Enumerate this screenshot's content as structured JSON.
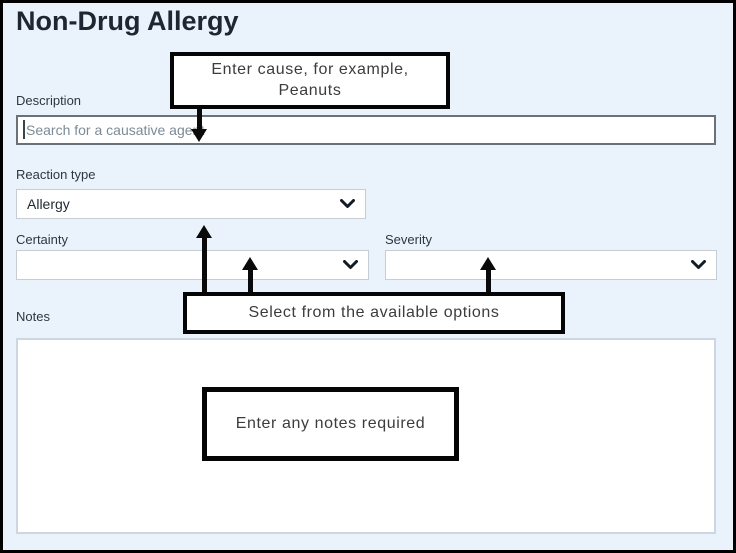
{
  "page": {
    "title": "Non-Drug Allergy"
  },
  "form": {
    "description": {
      "label": "Description",
      "placeholder": "Search for a causative agent",
      "value": ""
    },
    "reaction_type": {
      "label": "Reaction type",
      "value": "Allergy"
    },
    "certainty": {
      "label": "Certainty",
      "value": ""
    },
    "severity": {
      "label": "Severity",
      "value": ""
    },
    "notes": {
      "label": "Notes",
      "value": ""
    }
  },
  "annotations": {
    "description_callout": {
      "line1": "Enter cause, for example,",
      "line2": "Peanuts"
    },
    "options_callout": {
      "text": "Select from the available options"
    },
    "notes_callout": {
      "text": "Enter any notes required"
    }
  },
  "icons": {
    "chevron_down": "chevron-down-icon"
  },
  "colors": {
    "background": "#eaf3fc",
    "frame_border": "#000000",
    "title_text": "#1d2733",
    "label_text": "#2d3742",
    "focused_input_border": "#69727a",
    "select_border": "#c7cdd5",
    "notes_border": "#cdd7e1",
    "placeholder_text": "#7e8a94",
    "callout_border": "#050505",
    "arrow": "#0a0a0a"
  }
}
